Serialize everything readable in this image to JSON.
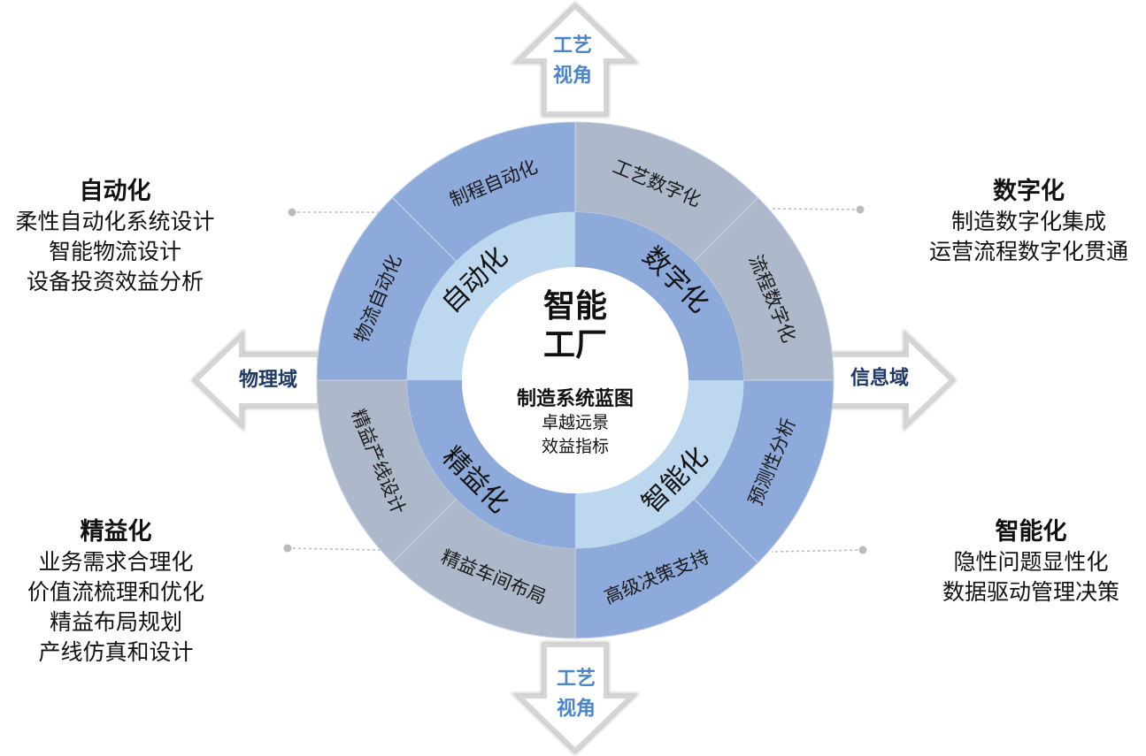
{
  "colors": {
    "blue": "#8eaadb",
    "gray": "#adb9ca",
    "light": "#bdd7ee",
    "arrow_text_top": "#4a86c8",
    "arrow_text_side": "#1f3864"
  },
  "center": {
    "title_line1": "智能",
    "title_line2": "工厂",
    "subtitle": "制造系统蓝图",
    "line1": "卓越远景",
    "line2": "效益指标"
  },
  "inner_ring": [
    {
      "label": "自动化",
      "color": "light"
    },
    {
      "label": "数字化",
      "color": "blue"
    },
    {
      "label": "智能化",
      "color": "light"
    },
    {
      "label": "精益化",
      "color": "blue"
    }
  ],
  "outer_ring": [
    {
      "label": "工艺数字化",
      "color": "gray"
    },
    {
      "label": "流程数字化",
      "color": "gray"
    },
    {
      "label": "预测性分析",
      "color": "blue"
    },
    {
      "label": "高级决策支持",
      "color": "blue"
    },
    {
      "label": "精益车间布局",
      "color": "gray"
    },
    {
      "label": "精益产线设计",
      "color": "gray"
    },
    {
      "label": "物流自动化",
      "color": "blue"
    },
    {
      "label": "制程自动化",
      "color": "blue"
    }
  ],
  "arrows": {
    "top": [
      "工艺",
      "视角"
    ],
    "bottom": [
      "工艺",
      "视角"
    ],
    "left": "物理域",
    "right": "信息域"
  },
  "panels": {
    "top_left": {
      "title": "自动化",
      "items": [
        "柔性自动化系统设计",
        "智能物流设计",
        "设备投资效益分析"
      ]
    },
    "top_right": {
      "title": "数字化",
      "items": [
        "制造数字化集成",
        "运营流程数字化贯通"
      ]
    },
    "bottom_left": {
      "title": "精益化",
      "items": [
        "业务需求合理化",
        "价值流梳理和优化",
        "精益布局规划",
        "产线仿真和设计"
      ]
    },
    "bottom_right": {
      "title": "智能化",
      "items": [
        "隐性问题显性化",
        "数据驱动管理决策"
      ]
    }
  }
}
